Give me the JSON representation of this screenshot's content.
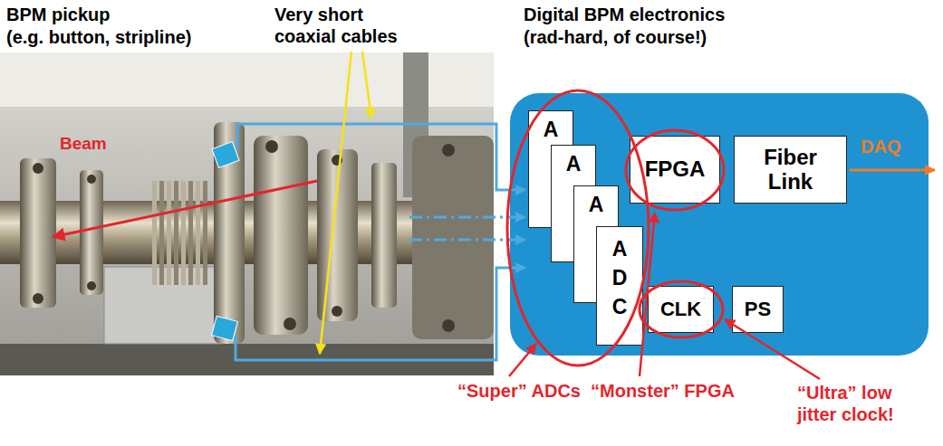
{
  "diagram": {
    "nodes": [
      {
        "text": [
          "Digital BPM electronics",
          "(rad-hard, of course!)"
        ]
      },
      {
        "text": [
          "A"
        ],
        "in": 0
      },
      {
        "text": [
          "A"
        ],
        "in": 0
      },
      {
        "text": [
          "A"
        ],
        "in": 0
      },
      {
        "text": [
          "A D C"
        ],
        "in": 0
      },
      {
        "text": [
          "FPGA"
        ],
        "in": 0
      },
      {
        "text": [
          "Fiber Link"
        ],
        "in": 0
      },
      {
        "text": [
          "CLK"
        ],
        "in": 0
      },
      {
        "text": [
          "PS"
        ],
        "in": 0
      }
    ],
    "labels": [
      "BPM pickup",
      "(e.g. button, stripline)",
      "Very short coaxial cables",
      "Beam",
      "DAQ",
      "“Super” ADCs",
      "“Monster” FPGA",
      "“Ultra” low jitter clock!"
    ]
  }
}
